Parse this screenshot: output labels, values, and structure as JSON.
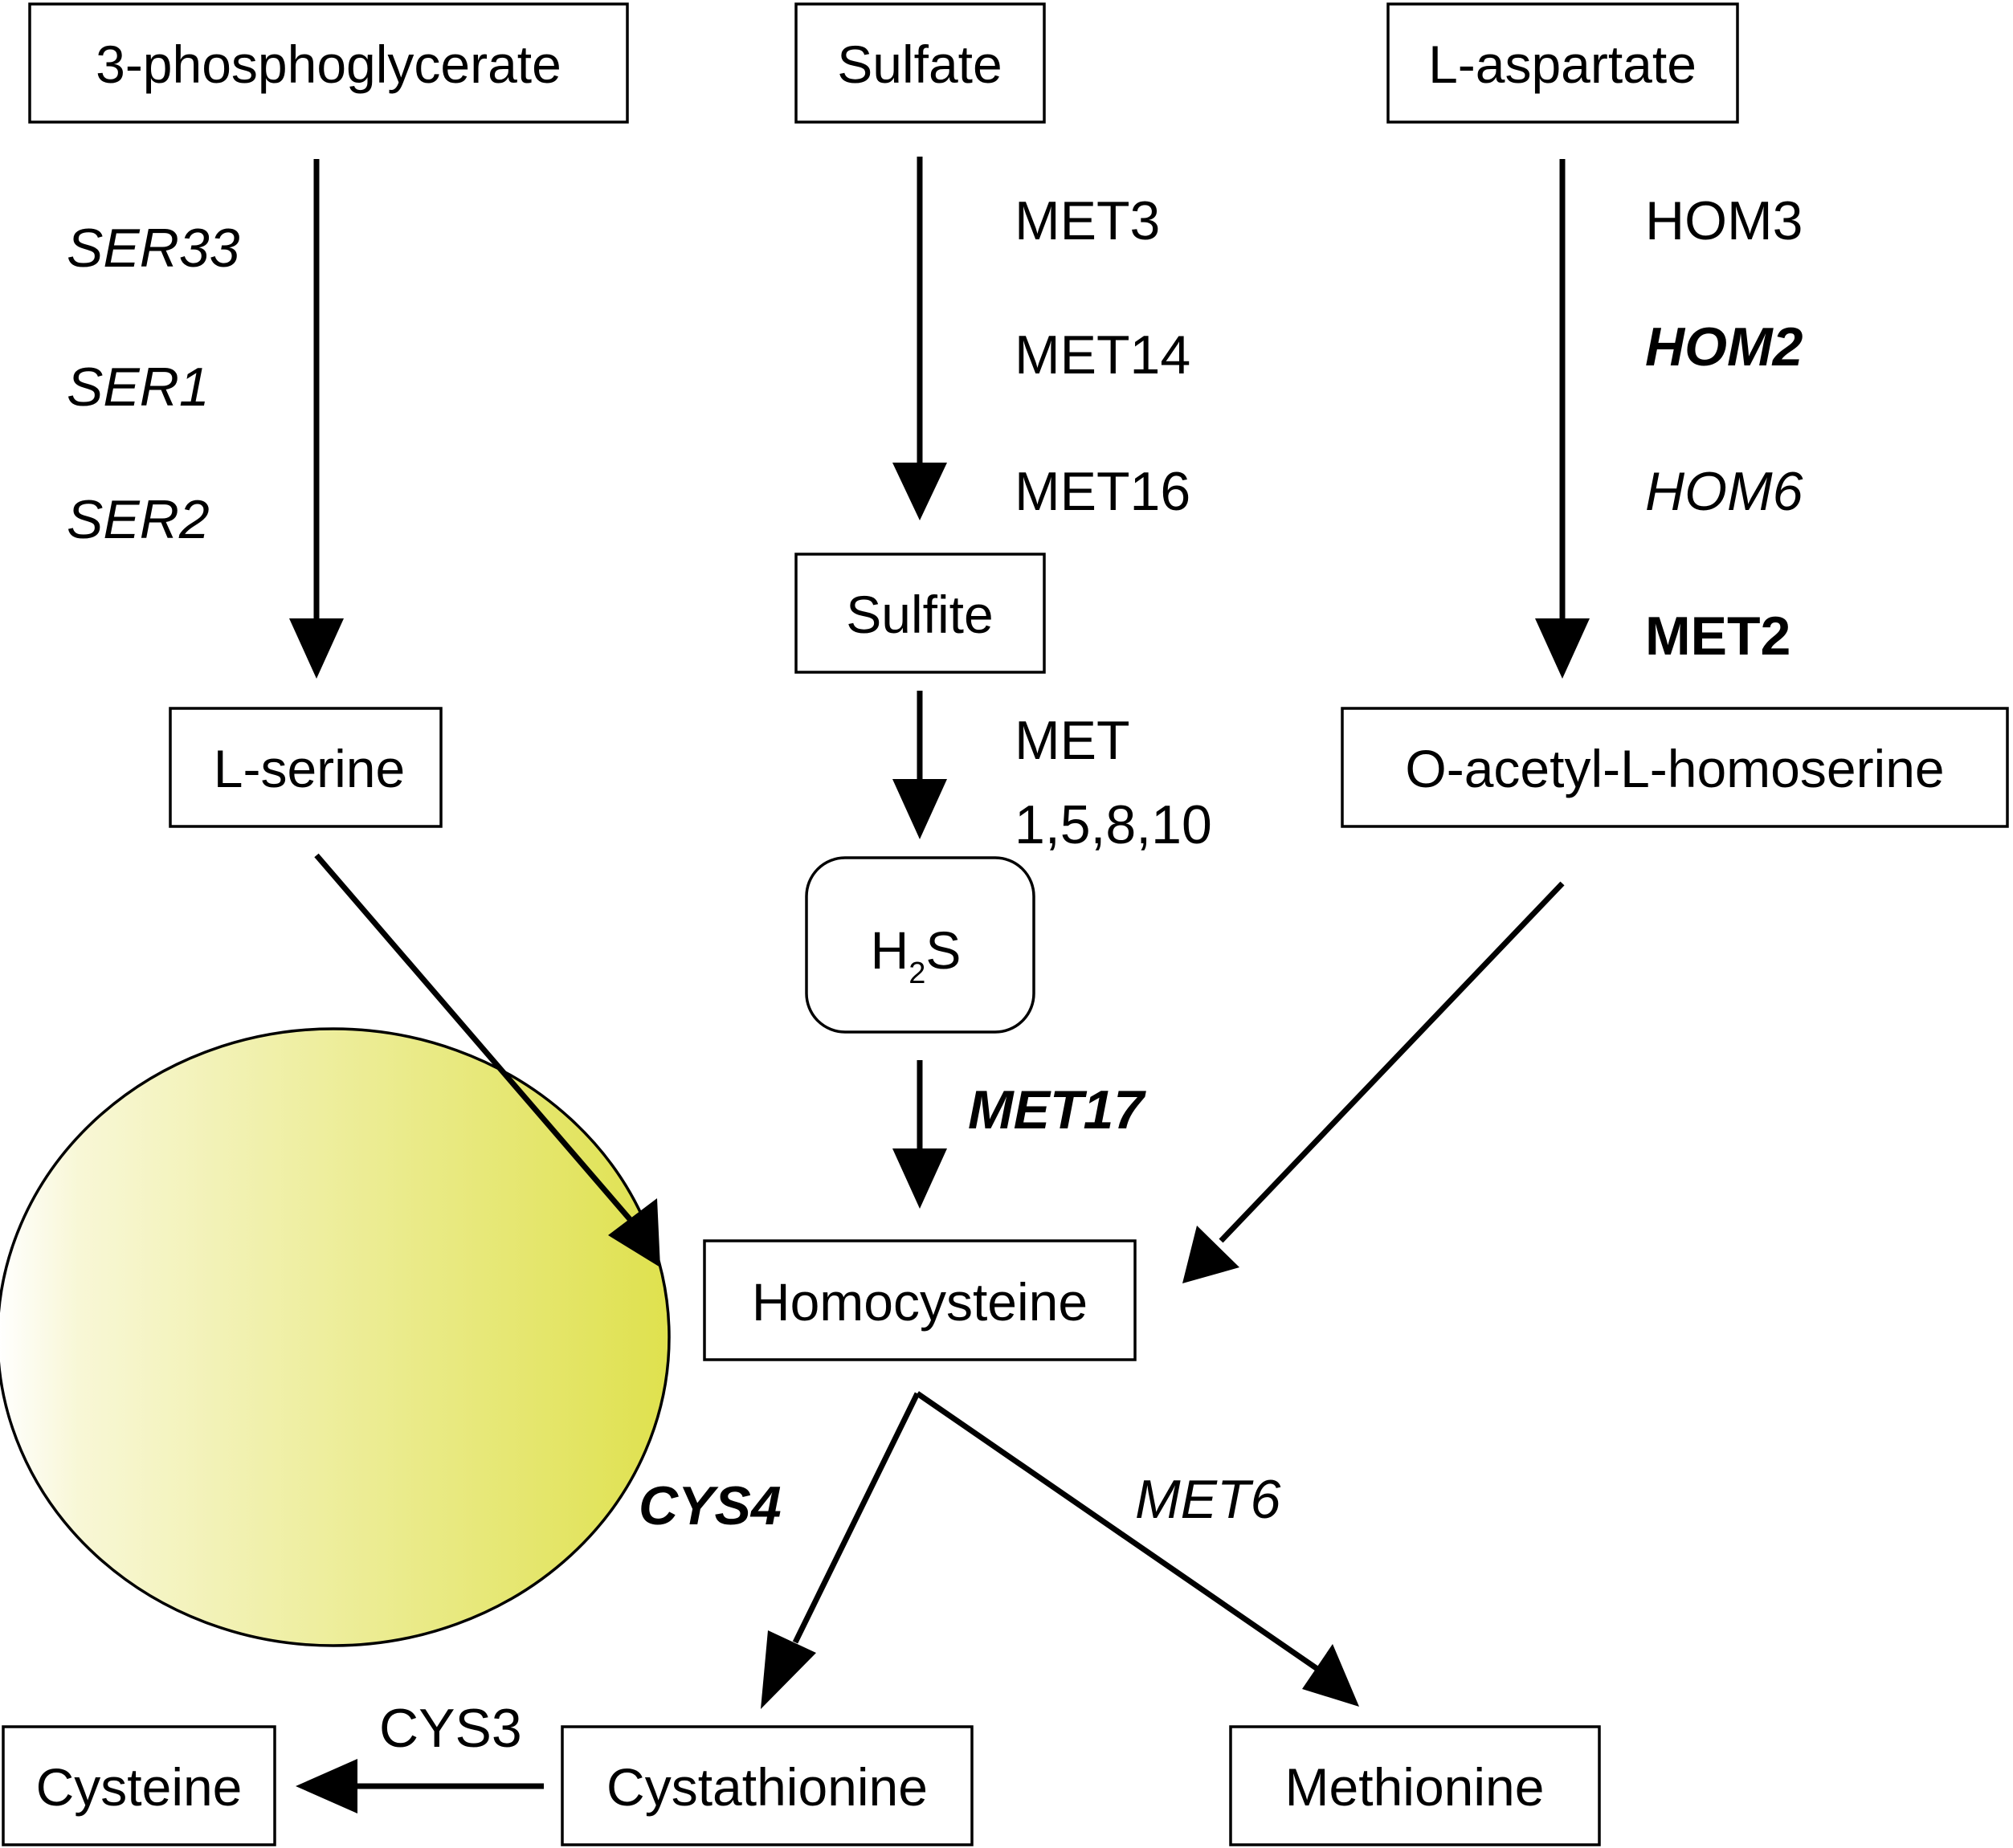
{
  "nodes": {
    "phosphoglycerate": "3-phosphoglycerate",
    "sulfate": "Sulfate",
    "aspartate": "L-aspartate",
    "serine": "L-serine",
    "sulfite": "Sulfite",
    "h2s_main": "H",
    "h2s_sub": "2",
    "h2s_tail": "S",
    "acetylhomoserine": "O-acetyl-L-homoserine",
    "homocysteine": "Homocysteine",
    "cysteine": "Cysteine",
    "cystathionine": "Cystathionine",
    "methionine": "Methionine"
  },
  "genes": {
    "ser33": "SER33",
    "ser1": "SER1",
    "ser2": "SER2",
    "met3": "MET3",
    "met14": "MET14",
    "met16": "MET16",
    "met_line1": "MET",
    "met_line2": "1,5,8,10",
    "hom3": "HOM3",
    "hom2": "HOM2",
    "hom6": "HOM6",
    "met2": "MET2",
    "met17": "MET17",
    "cys4": "CYS4",
    "met6": "MET6",
    "cys3": "CYS3"
  },
  "colors": {
    "ellipse_light": "#fbfae6",
    "ellipse_dark": "#dfe14e",
    "stroke": "#000000"
  }
}
